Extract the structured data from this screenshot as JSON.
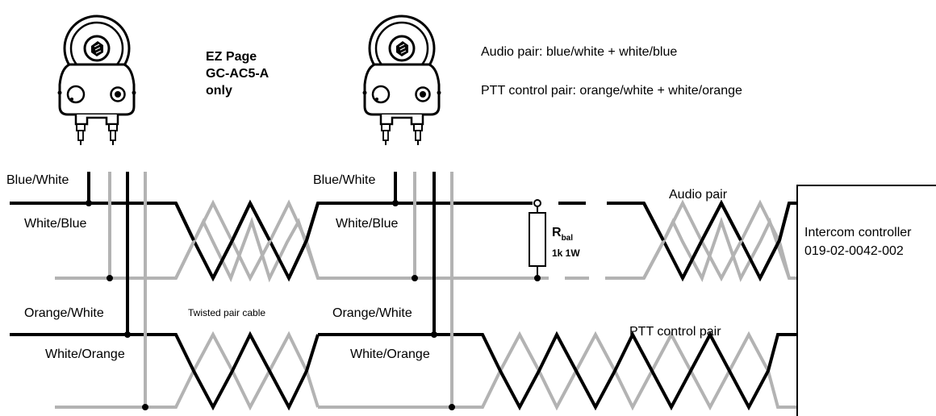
{
  "product_note": {
    "line1": "EZ Page",
    "line2": "GC-AC5-A",
    "line3": "only"
  },
  "pair_info": {
    "audio": "Audio pair: blue/white + white/blue",
    "ptt": "PTT control pair: orange/white + white/orange"
  },
  "wire_labels": {
    "blue_white": "Blue/White",
    "white_blue": "White/Blue",
    "orange_white": "Orange/White",
    "white_orange": "White/Orange"
  },
  "cable_label": "Twisted pair cable",
  "audio_pair_label": "Audio pair",
  "ptt_pair_label": "PTT control pair",
  "resistor": {
    "name_main": "R",
    "name_sub": "bal",
    "value": "1k 1W"
  },
  "controller": {
    "line1": "Intercom controller",
    "line2": "019-02-0042-002"
  },
  "colors": {
    "dark_wire": "#000000",
    "light_wire": "#b3b3b3"
  },
  "icons": [
    "speaker-station-icon"
  ]
}
